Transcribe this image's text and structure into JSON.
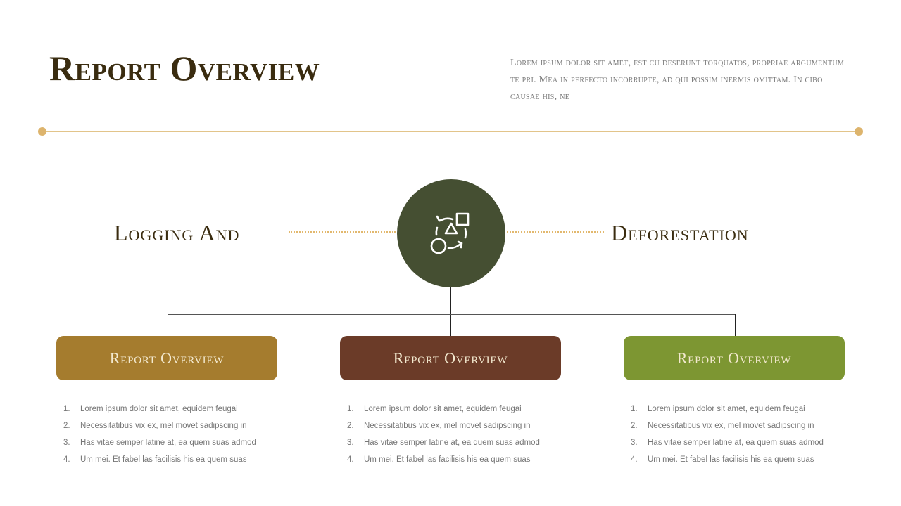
{
  "header": {
    "title": "Report Overview",
    "intro": "Lorem ipsum dolor sit amet, est cu deserunt torquatos, propriae argumentum te pri. Mea in perfecto incorrupte, ad qui possim inermis omittam. In cibo causae his, ne"
  },
  "diagram": {
    "left_label": "Logging And",
    "right_label": "Deforestation",
    "hub_icon": "shapes-cycle-icon",
    "hub_color": "#454f32",
    "accent_color": "#ddb46d"
  },
  "cards": [
    {
      "title": "Report Overview",
      "color": "#a57c2e",
      "items": [
        {
          "num": "1.",
          "text": "Lorem  ipsum dolor sit amet, equidem feugai"
        },
        {
          "num": "2.",
          "text": "Necessitatibus vix ex, mel movet  sadipscing in"
        },
        {
          "num": "3.",
          "text": "Has vitae semper  latine at, ea quem  suas admod"
        },
        {
          "num": "4.",
          "text": "Um  mei.  Et fabel las facilisis his ea quem suas"
        }
      ]
    },
    {
      "title": "Report Overview",
      "color": "#6b3b28",
      "items": [
        {
          "num": "1.",
          "text": "Lorem  ipsum dolor sit amet, equidem feugai"
        },
        {
          "num": "2.",
          "text": "Necessitatibus vix ex, mel movet  sadipscing in"
        },
        {
          "num": "3.",
          "text": "Has vitae semper  latine at, ea quem  suas admod"
        },
        {
          "num": "4.",
          "text": "Um  mei.  Et fabel las facilisis his ea quem suas"
        }
      ]
    },
    {
      "title": "Report Overview",
      "color": "#7d9632",
      "items": [
        {
          "num": "1.",
          "text": "Lorem  ipsum dolor sit amet, equidem feugai"
        },
        {
          "num": "2.",
          "text": "Necessitatibus vix ex, mel movet  sadipscing in"
        },
        {
          "num": "3.",
          "text": "Has vitae semper  latine at, ea quem  suas admod"
        },
        {
          "num": "4.",
          "text": "Um  mei.  Et fabel las facilisis his ea quem suas"
        }
      ]
    }
  ]
}
